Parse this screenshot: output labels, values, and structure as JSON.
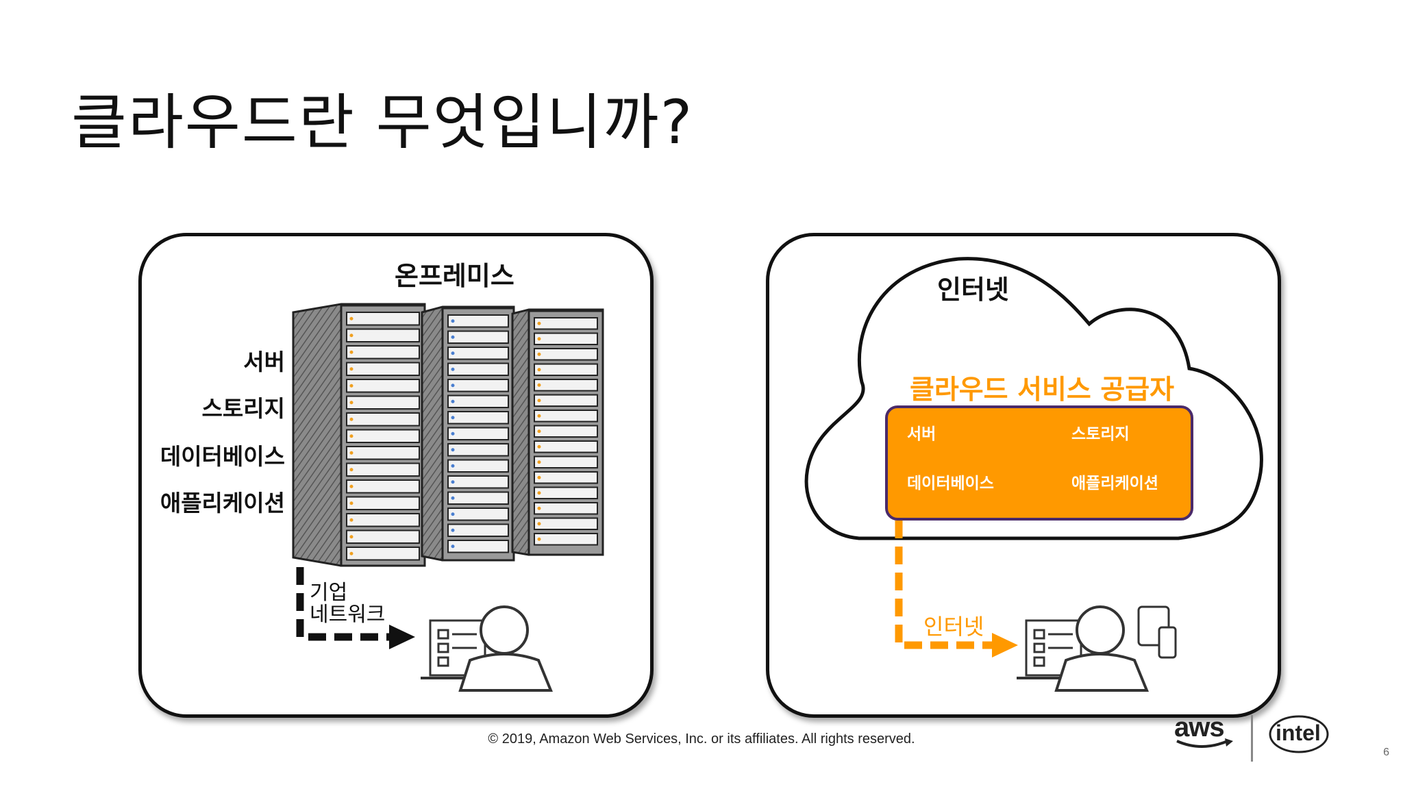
{
  "slide": {
    "title": "클라우드란 무엇입니까?",
    "page_number": "6",
    "copyright": "© 2019, Amazon Web Services, Inc. or its affiliates. All rights reserved.",
    "logos": {
      "aws": "aws",
      "intel": "intel"
    }
  },
  "on_premises": {
    "heading": "온프레미스",
    "items": [
      "서버",
      "스토리지",
      "데이터베이스",
      "애플리케이션"
    ],
    "network_label_line1": "기업",
    "network_label_line2": "네트워크"
  },
  "cloud": {
    "heading": "인터넷",
    "provider_label": "클라우드 서비스 공급자",
    "services": [
      "서버",
      "스토리지",
      "데이터베이스",
      "애플리케이션"
    ],
    "connection_label": "인터넷",
    "accent_color": "#ff9900"
  }
}
